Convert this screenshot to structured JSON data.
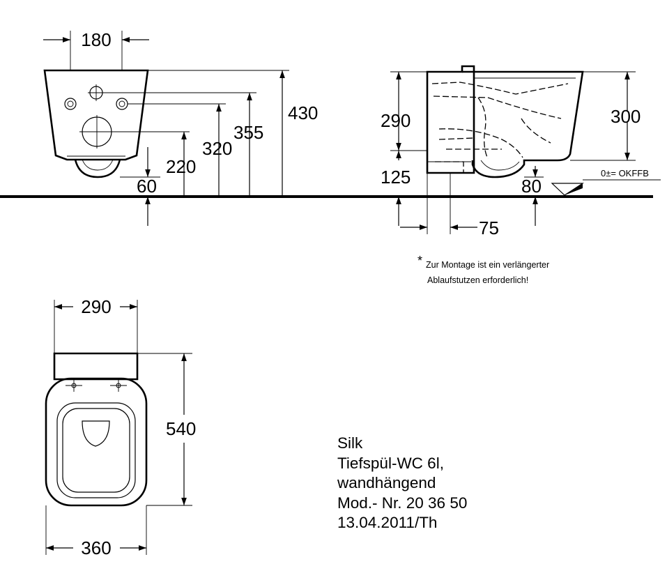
{
  "front_view": {
    "width_180": "180",
    "height_430": "430",
    "height_355": "355",
    "height_320": "320",
    "height_220": "220",
    "height_60": "60"
  },
  "side_view": {
    "height_290": "290",
    "height_300": "300",
    "height_125": "125",
    "depth_80": "80",
    "offset_75": "75",
    "floor_ref": "0±= OKFFB"
  },
  "note": {
    "asterisk": "*",
    "line1": "Zur Montage ist ein verlängerter",
    "line2": "Ablaufstutzen erforderlich!"
  },
  "top_view": {
    "width_290": "290",
    "length_540": "540",
    "width_360": "360"
  },
  "title_block": {
    "series": "Silk",
    "product": "Tiefspül-WC 6l,",
    "mounting": "wandhängend",
    "model": "Mod.- Nr. 20 36 50",
    "date": "13.04.2011/Th"
  }
}
